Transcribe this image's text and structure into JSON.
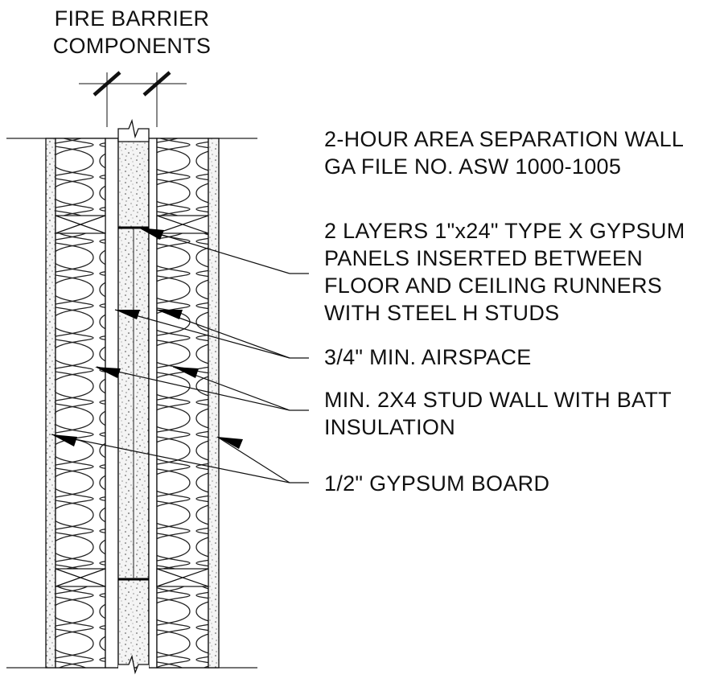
{
  "header": {
    "line1": "FIRE BARRIER",
    "line2": "COMPONENTS"
  },
  "title": {
    "line1": "2-HOUR AREA SEPARATION WALL",
    "line2": "GA FILE NO. ASW 1000-1005"
  },
  "callouts": [
    {
      "lines": [
        "2 LAYERS 1\"x24\" TYPE X GYPSUM",
        "PANELS INSERTED BETWEEN",
        "FLOOR AND CEILING RUNNERS",
        "WITH STEEL H STUDS"
      ]
    },
    {
      "lines": [
        "3/4\" MIN. AIRSPACE"
      ]
    },
    {
      "lines": [
        "MIN. 2X4 STUD WALL WITH BATT",
        "INSULATION"
      ]
    },
    {
      "lines": [
        "1/2\" GYPSUM BOARD"
      ]
    }
  ]
}
